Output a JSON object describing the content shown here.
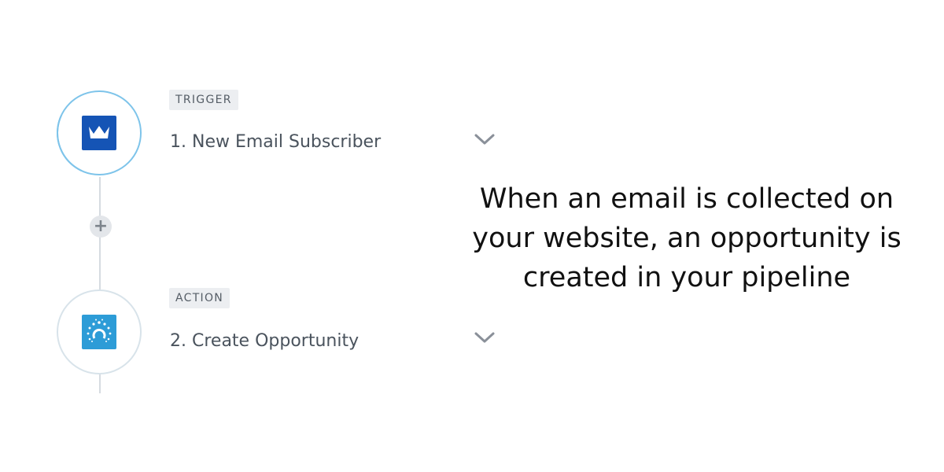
{
  "workflow": {
    "add_step_label": "+",
    "steps": [
      {
        "badge": "TRIGGER",
        "title": "1. New Email Subscriber",
        "app_icon": "crown-icon",
        "chevron_icon": "chevron-down-icon",
        "app_color": "#1554b5"
      },
      {
        "badge": "ACTION",
        "title": "2. Create Opportunity",
        "app_icon": "pipeline-icon",
        "chevron_icon": "chevron-down-icon",
        "app_color": "#2d9cd7"
      }
    ]
  },
  "caption": {
    "lines": [
      "When an email is collected on",
      "your website, an opportunity is",
      "created in your pipeline"
    ]
  },
  "colors": {
    "active_ring": "#7ec4ea",
    "connector": "#d6dbe1",
    "badge_background": "#eceef1",
    "title_text": "#4a535d"
  }
}
